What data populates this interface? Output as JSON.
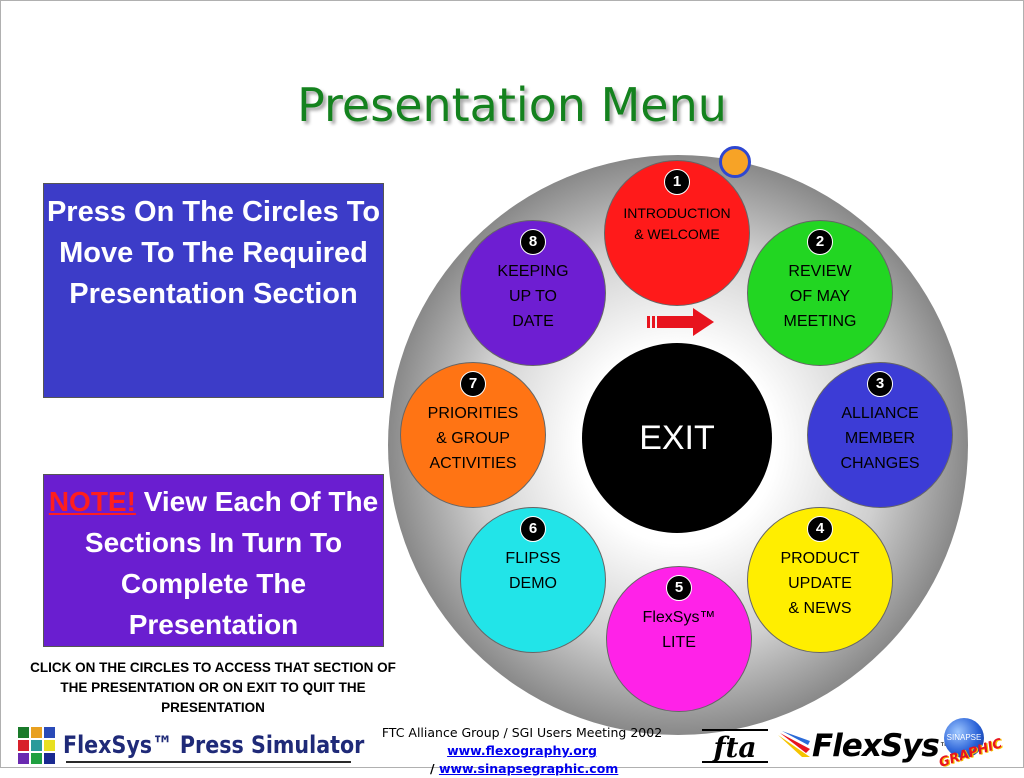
{
  "slide": {
    "title": "Presentation Menu",
    "instruction_box": "Press On The Circles To Move To The Required Presentation Section",
    "note_box": {
      "note_word": "NOTE!",
      "text": " View Each Of The Sections In Turn To Complete The Presentation"
    },
    "bottom_instructions": "CLICK ON THE CIRCLES TO ACCESS THAT SECTION OF THE PRESENTATION OR ON EXIT TO QUIT THE PRESENTATION"
  },
  "menu": {
    "exit_label": "EXIT",
    "sections": [
      {
        "number": "1",
        "label": "INTRODUCTION\n& WELCOME",
        "color": "#ff1a1a"
      },
      {
        "number": "2",
        "label": "REVIEW\nOF MAY\nMEETING",
        "color": "#22d622"
      },
      {
        "number": "3",
        "label": "ALLIANCE\nMEMBER\nCHANGES",
        "color": "#3c3cd6"
      },
      {
        "number": "4",
        "label": "PRODUCT\nUPDATE\n& NEWS",
        "color": "#ffee00"
      },
      {
        "number": "5",
        "label": "FlexSys™\nLITE",
        "color": "#ff22e8"
      },
      {
        "number": "6",
        "label": "FLIPSS\nDEMO",
        "color": "#22e4e8"
      },
      {
        "number": "7",
        "label": "PRIORITIES\n& GROUP\nACTIVITIES",
        "color": "#ff7414"
      },
      {
        "number": "8",
        "label": "KEEPING\nUP TO\nDATE",
        "color": "#6e1ed2"
      }
    ]
  },
  "footer": {
    "logo_text": "FlexSys™ Press Simulator",
    "meeting": "FTC Alliance Group / SGI Users Meeting 2002",
    "link1": "www.flexography.org",
    "separator": " / ",
    "link2": "www.sinapsegraphic.com",
    "fta_logo": "fta",
    "flexsys_logo": "FlexSys",
    "flexsys_tm": "™",
    "sinapse_small": "SINAPSE",
    "sinapse_word": "GRAPHIC"
  },
  "colors": {
    "title": "#14821e",
    "instruction_box": "#3c3cc8",
    "note_box": "#6a1ed0",
    "note_word": "#ff1e1e",
    "orange_dot": "#f7a326",
    "arrow": "#e8141e"
  }
}
